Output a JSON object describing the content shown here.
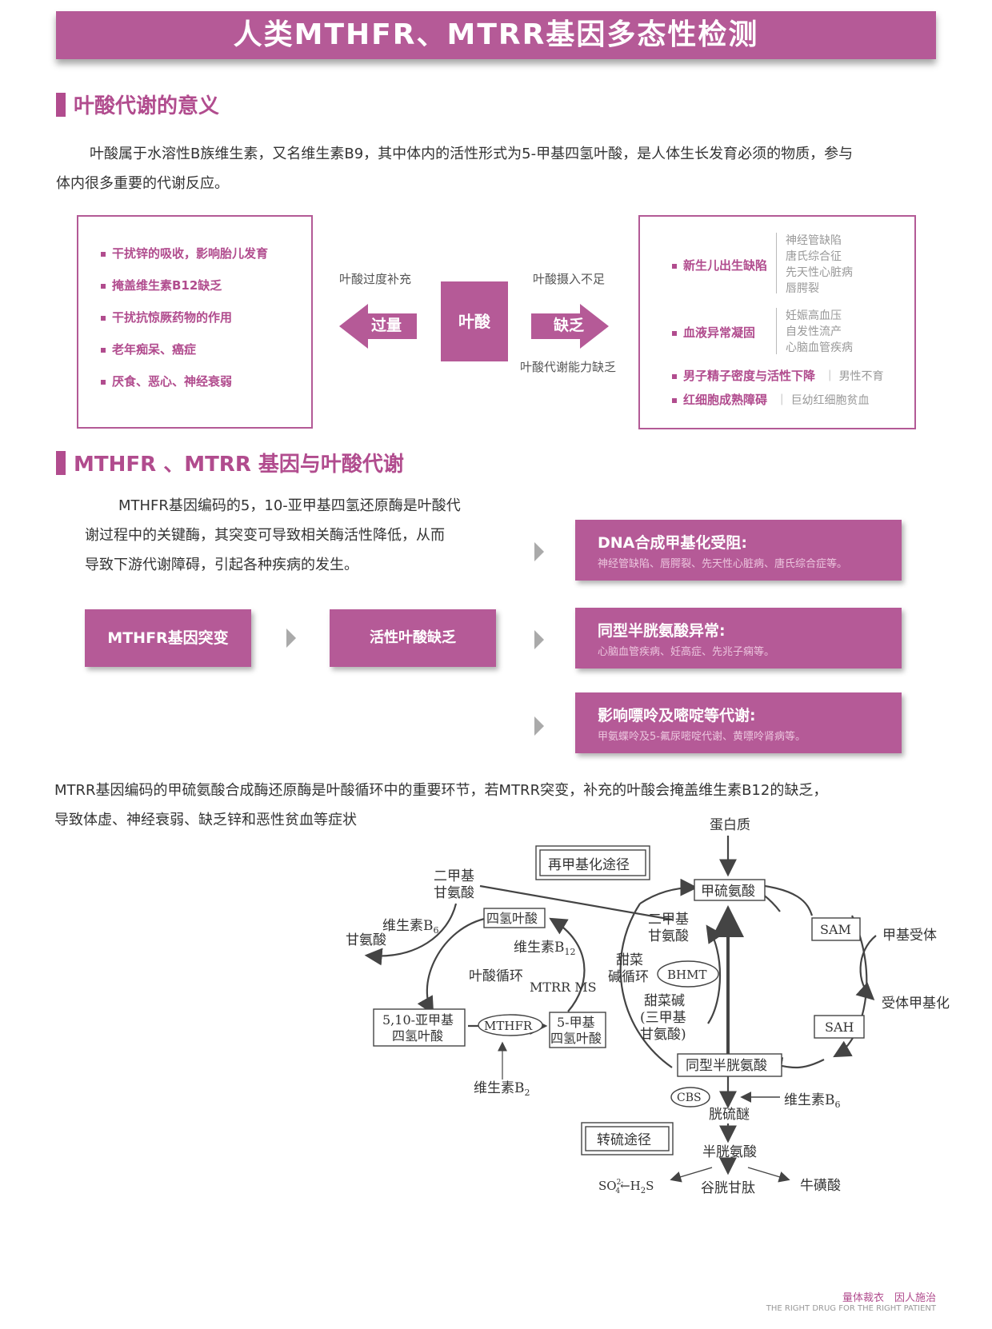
{
  "header": {
    "title": "人类MTHFR、MTRR基因多态性检测"
  },
  "section1": {
    "title": "叶酸代谢的意义",
    "para_line1": "叶酸属于水溶性B族维生素，又名维生素B9，其中体内的活性形式为5-甲基四氢叶酸，是人体生长发育必须的物质，参与",
    "para_line2": "体内很多重要的代谢反应。"
  },
  "excess": {
    "items": [
      "干扰锌的吸收，影响胎儿发育",
      "掩盖维生素B12缺乏",
      "干扰抗惊厥药物的作用",
      "老年痴呆、癌症",
      "厌食、恶心、神经衰弱"
    ],
    "label_top": "叶酸过度补充",
    "arrow": "过量"
  },
  "center": {
    "label": "叶酸"
  },
  "deficiency": {
    "label_top": "叶酸摄入不足",
    "label_bottom": "叶酸代谢能力缺乏",
    "arrow": "缺乏",
    "groups": [
      {
        "name": "新生儿出生缺陷",
        "subs": [
          "神经管缺陷",
          "唐氏综合征",
          "先天性心脏病",
          "唇腭裂"
        ]
      },
      {
        "name": "血液异常凝固",
        "subs": [
          "妊娠高血压",
          "自发性流产",
          "心脑血管疾病"
        ]
      }
    ],
    "inline": [
      {
        "name": "男子精子密度与活性下降",
        "sub": "男性不育"
      },
      {
        "name": "红细胞成熟障碍",
        "sub": "巨幼红细胞贫血"
      }
    ]
  },
  "section2": {
    "title": "MTHFR 、MTRR 基因与叶酸代谢",
    "para": [
      "MTHFR基因编码的5，10-亚甲基四氢还原酶是叶酸代",
      "谢过程中的关键酶，其突变可导致相关酶活性降低，从而",
      "导致下游代谢障碍，引起各种疾病的发生。"
    ],
    "flow": [
      "MTHFR基因突变",
      "活性叶酸缺乏"
    ],
    "outcomes": [
      {
        "title": "DNA合成甲基化受阻:",
        "desc": "神经管缺陷、唇腭裂、先天性心脏病、唐氏综合症等。"
      },
      {
        "title": "同型半胱氨酸异常:",
        "desc": "心脑血管疾病、妊高症、先兆子痫等。"
      },
      {
        "title": "影响嘌呤及嘧啶等代谢:",
        "desc": "甲氨蝶呤及5-氟尿嘧啶代谢、黄嘌呤肾病等。"
      }
    ]
  },
  "mtrr": {
    "line1": "MTRR基因编码的甲硫氨酸合成酶还原酶是叶酸循环中的重要环节，若MTRR突变，补充的叶酸会掩盖维生素B12的缺乏，",
    "line2": "导致体虚、神经衰弱、缺乏锌和恶性贫血等症状"
  },
  "diagram": {
    "protein": "蛋白质",
    "remethyl": "再甲基化途径",
    "methionine": "甲硫氨酸",
    "dmg1": "二甲基",
    "dmg2": "甘氨酸",
    "dmg_b1": "二甲基",
    "dmg_b2": "甘氨酸",
    "vitb6": "维生素B",
    "vitb6_sub": "6",
    "glycine": "甘氨酸",
    "thf": "四氢叶酸",
    "vitb12": "维生素B",
    "vitb12_sub": "12",
    "folate_cycle": "叶酸循环",
    "mtrr_ms": "MTRR MS",
    "betaine_cycle1": "甜菜",
    "betaine_cycle2": "碱循环",
    "bhmt": "BHMT",
    "betaine1": "甜菜碱",
    "betaine2": "(三甲基",
    "betaine3": "甘氨酸)",
    "sam": "SAM",
    "methyl_acceptor": "甲基受体",
    "acceptor_methylation": "受体甲基化",
    "sah": "SAH",
    "mthf_a": "5,10-亚甲基",
    "mthf_b": "四氢叶酸",
    "mthfr": "MTHFR",
    "m5thf_a": "5-甲基",
    "m5thf_b": "四氢叶酸",
    "vitb2": "维生素B",
    "vitb2_sub": "2",
    "homocysteine": "同型半胱氨酸",
    "cbs": "CBS",
    "vitb6b": "维生素B",
    "vitb6b_sub": "6",
    "cystathionine": "胱硫醚",
    "transsulf": "转硫途径",
    "cysteine": "半胱氨酸",
    "so4": "SO",
    "so4_sub": "4",
    "so4_sup": "2-",
    "h2s": "←H",
    "h2s_sub": "2",
    "h2s_end": "S",
    "glutathione": "谷胱甘肽",
    "taurine": "牛磺酸"
  },
  "footer": {
    "cn": "量体裁衣　因人施治",
    "en": "THE RIGHT DRUG FOR THE RIGHT PATIENT"
  }
}
